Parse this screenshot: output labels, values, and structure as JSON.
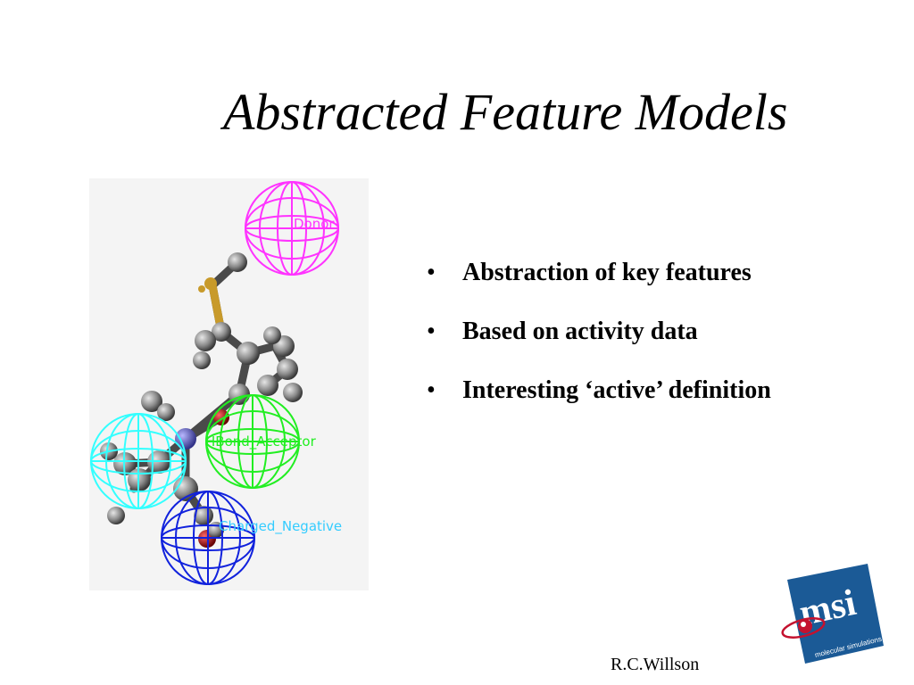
{
  "slide": {
    "title": "Abstracted Feature Models",
    "bullets": [
      {
        "marker": "•",
        "text": "Abstraction of key features"
      },
      {
        "marker": "•",
        "text": "Based on activity data"
      },
      {
        "marker": "•",
        "text": "Interesting ‘active’ definition"
      }
    ],
    "author": "R.C.Willson"
  },
  "figure": {
    "labels": {
      "donor": "Donor",
      "acceptor": "HBond_Acceptor",
      "negative": "Charged_Negative"
    },
    "colors": {
      "donor": "#ff33ff",
      "acceptor": "#22ee22",
      "hydrophobe": "#33ffff",
      "negative": "#1122dd",
      "atom": "#8a8a8a",
      "sulfur": "#c89a2a",
      "nitrogen": "#6666cc",
      "oxygen": "#cc1111"
    }
  },
  "logo": {
    "text": "msi",
    "subtitle": "molecular simulations",
    "colors": {
      "blue": "#1b5a96",
      "red": "#c4122f"
    }
  }
}
